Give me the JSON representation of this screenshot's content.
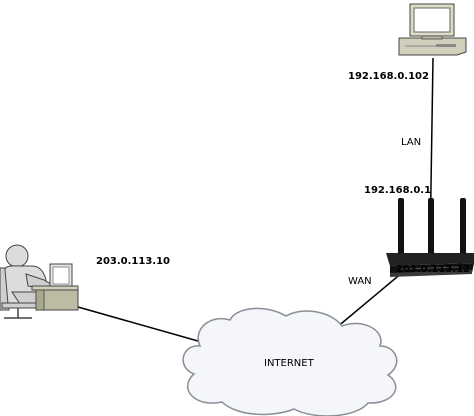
{
  "labels": {
    "computer_ip": "192.168.0.102",
    "lan": "LAN",
    "router_lan_ip": "192.168.0.1",
    "wan": "WAN",
    "router_wan_ip": "203.0.113.12",
    "user_ip": "203.0.113.10",
    "internet": "INTERNET"
  },
  "colors": {
    "line": "#000000",
    "cloud_fill": "#f4f6fa",
    "cloud_stroke": "#8a8e96",
    "monitor_body": "#dcdcc8",
    "person_fill": "#dcdcdc",
    "desk_fill": "#bcbca4",
    "router_body": "#111111"
  }
}
